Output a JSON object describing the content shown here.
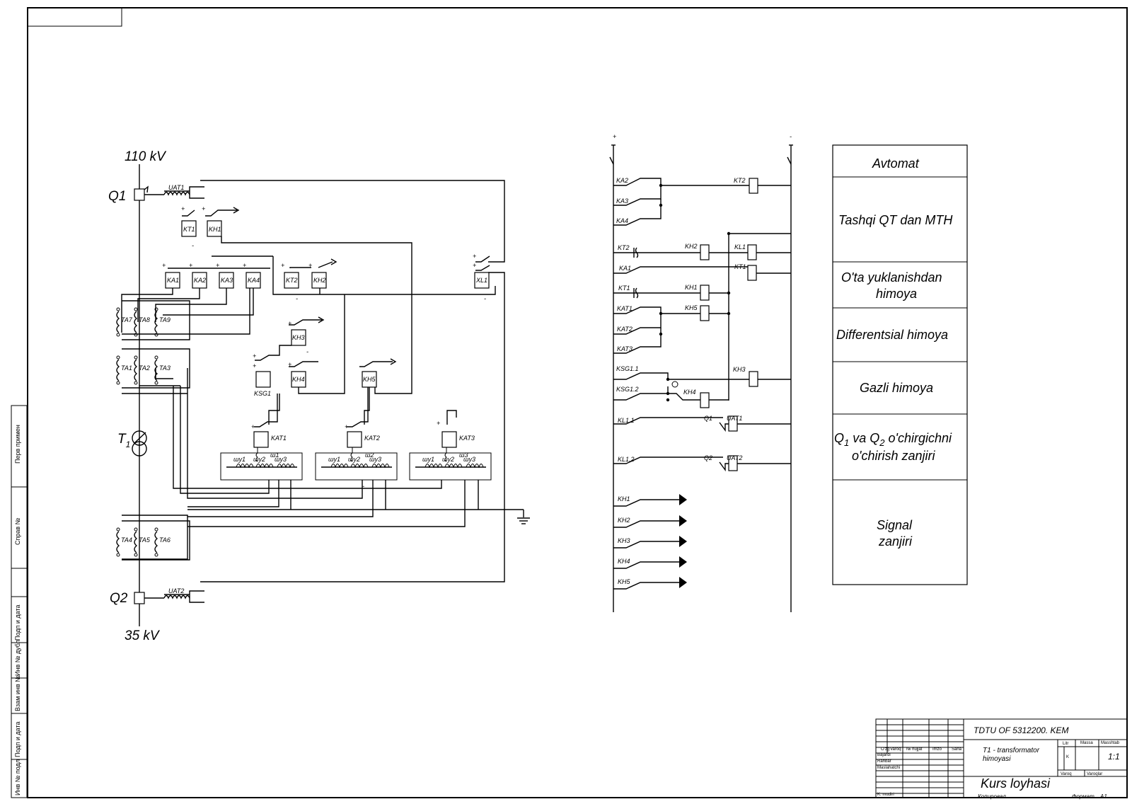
{
  "voltages": {
    "high": "110 kV",
    "low": "35 kV"
  },
  "breakers": {
    "q1": "Q1",
    "q2": "Q2"
  },
  "transformer": {
    "name": "T",
    "sub": "1"
  },
  "uat": [
    "UAT1",
    "UAT2"
  ],
  "relays_top": [
    "KT1",
    "KH1"
  ],
  "relays_row": [
    "KA1",
    "KA2",
    "KA3",
    "KA4",
    "KT2",
    "KH2",
    "XL1"
  ],
  "ct_top": [
    "TA7",
    "TA8",
    "TA9"
  ],
  "ct_mid": [
    "TA1",
    "TA2",
    "TA3"
  ],
  "ct_bot": [
    "TA4",
    "TA5",
    "TA6"
  ],
  "mid_relays": {
    "kh3": "KH3",
    "ksg1": "KSG1",
    "kh4": "KH4",
    "kh5": "KH5"
  },
  "kat": [
    "KAT1",
    "KAT2",
    "KAT3"
  ],
  "windings": [
    "шу1",
    "шу2",
    "шу3"
  ],
  "wind_center": [
    "ш1",
    "ш2",
    "ш3"
  ],
  "polarity": {
    "plus": "+",
    "minus": "-"
  },
  "dc": {
    "left_labels": [
      "KA2",
      "KA3",
      "KA4",
      "KT2",
      "KA1",
      "KT1",
      "KAT1",
      "KAT2",
      "KAT3",
      "KSG1.1",
      "KSG1.2",
      "KL1.1",
      "KL1.2"
    ],
    "coils": [
      "KT2",
      "KH2",
      "KL1",
      "KT1",
      "KH1",
      "KH5",
      "KH3",
      "KH4",
      "UAT1",
      "UAT2"
    ],
    "contacts": [
      "Q1",
      "Q2"
    ],
    "signals": [
      "KH1",
      "KH2",
      "KH3",
      "KH4",
      "KH5"
    ]
  },
  "legend": [
    {
      "lines": [
        "Avtomat"
      ]
    },
    {
      "lines": [
        "Tashqi QT dan MTH"
      ]
    },
    {
      "lines": [
        "O'ta yuklanishdan",
        "himoya"
      ]
    },
    {
      "lines": [
        "Differentsial himoya"
      ]
    },
    {
      "lines": [
        "Gazli himoya"
      ]
    },
    {
      "q_line": {
        "q": "Q",
        "s1": "1",
        "va": " va Q",
        "s2": "2",
        "rest": " o'chirgichni"
      },
      "lines": [
        "o'chirish zanjiri"
      ]
    },
    {
      "lines": [
        "Signal",
        "zanjiri"
      ]
    }
  ],
  "title_block": {
    "doc_code": "TDTU OF 5312200. KEM",
    "title": "T1 - transformator",
    "title2": "himoyasi",
    "project": "Kurs loyhasi",
    "col_headers": [
      "O'zg",
      "Varoq",
      "№ hujjat",
      "Imzo",
      "Sana"
    ],
    "roles": [
      "Bajardi",
      "Rahbar",
      "Maslahatchi",
      "K. mudiri"
    ],
    "litr": "Litr",
    "mass": "Massa",
    "scale_h": "Masshtab",
    "litr_val": "K",
    "scale": "1:1",
    "sheet": "Varoq",
    "sheets": "Varoqlar",
    "kopir": "Копировал",
    "format": "Формат",
    "format_val": "A1"
  },
  "side_stamp": [
    "Перв примен",
    "Справ №",
    "Подп и дата",
    "Инв № дубл",
    "Взам инв №",
    "Подп и дата",
    "Инв № подл"
  ]
}
